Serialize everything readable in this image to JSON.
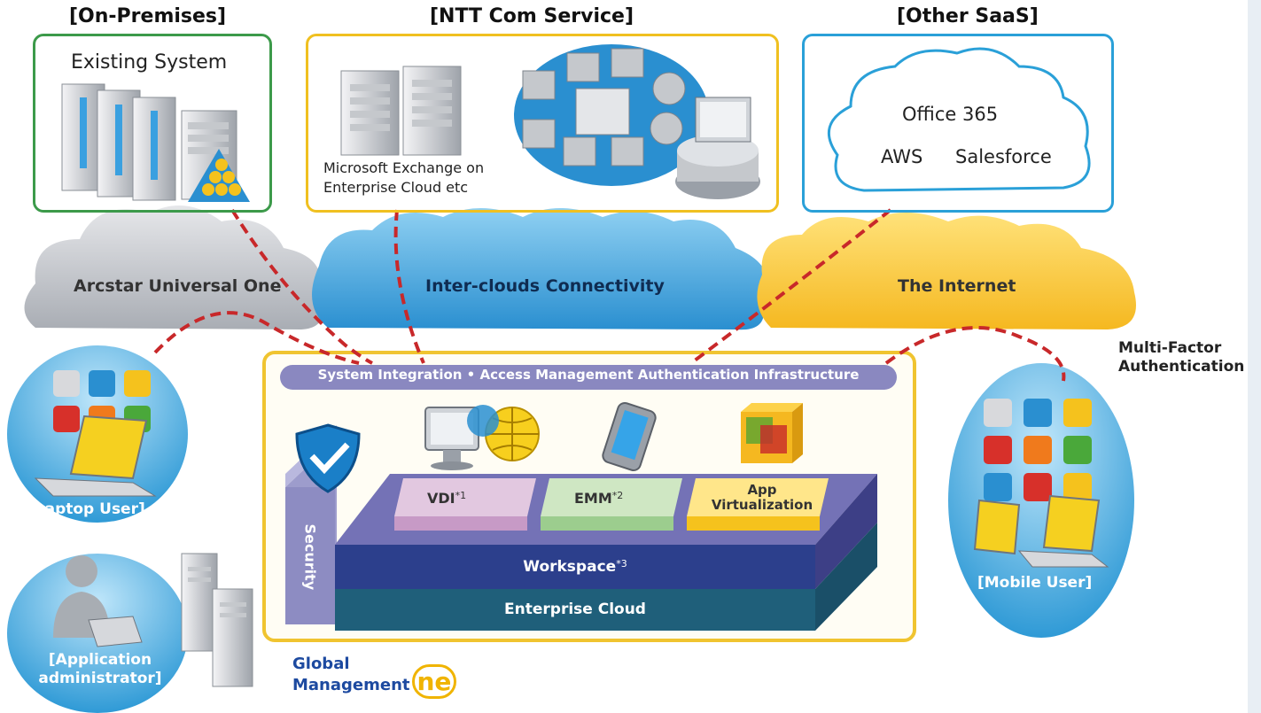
{
  "headers": {
    "on_premises": "[On-Premises]",
    "ntt_service": "[NTT Com Service]",
    "other_saas": "[Other SaaS]"
  },
  "boxes": {
    "existing_system": "Existing System",
    "exchange_line1": "Microsoft Exchange on",
    "exchange_line2": "Enterprise Cloud etc",
    "saas_line1": "Office 365",
    "saas_aws": "AWS",
    "saas_salesforce": "Salesforce"
  },
  "clouds": {
    "arcstar": "Arcstar Universal One",
    "interclouds": "Inter-clouds Connectivity",
    "internet": "The Internet"
  },
  "platform": {
    "banner": "System Integration • Access Management Authentication Infrastructure",
    "security": "Security",
    "vdi": "VDI",
    "vdi_note": "*1",
    "emm": "EMM",
    "emm_note": "*2",
    "app_line1": "App",
    "app_line2": "Virtualization",
    "workspace": "Workspace",
    "workspace_note": "*3",
    "enterprise_cloud": "Enterprise Cloud"
  },
  "users": {
    "laptop": "[Laptop User]",
    "admin_line1": "[Application",
    "admin_line2": "administrator]",
    "mobile": "[Mobile User]",
    "mfa_line1": "Multi-Factor",
    "mfa_line2": "Authentication"
  },
  "brand": {
    "line1": "Global",
    "line2": "Management",
    "one": "ne"
  },
  "colors": {
    "green_border": "#3c9a4a",
    "yellow_border": "#f0c020",
    "blue_border": "#2aa0d8",
    "red_dash": "#c8282a",
    "purple": "#8a88c0",
    "navy": "#2c3f8c",
    "teal": "#1f5f7a"
  }
}
